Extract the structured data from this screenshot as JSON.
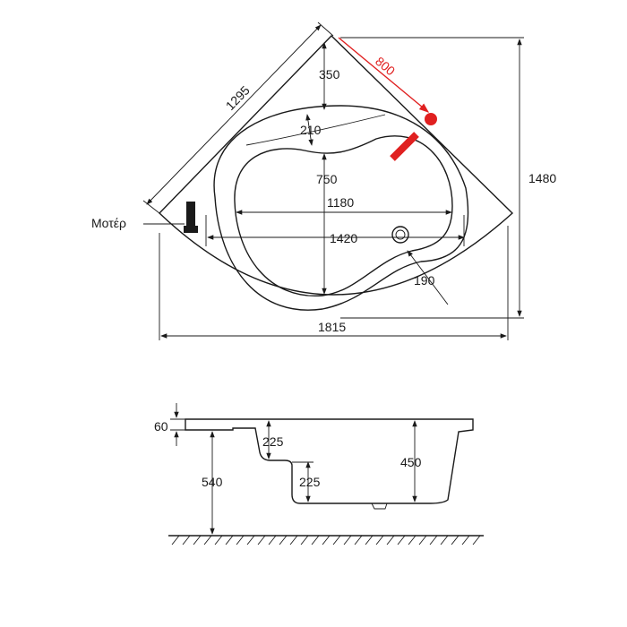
{
  "top_view": {
    "motor_label": "Μοτέρ",
    "dims": {
      "edge_length": "1295",
      "faucet_distance": "800",
      "back_depth": "350",
      "seat_depth": "210",
      "inner_depth": "750",
      "inner_width": "1180",
      "outer_inner_width": "1420",
      "front_rim": "190",
      "total_depth": "1480",
      "total_width": "1815"
    }
  },
  "side_view": {
    "dims": {
      "rim_height": "60",
      "step_upper": "225",
      "step_lower": "225",
      "tub_depth": "450",
      "floor_height": "540"
    }
  },
  "colors": {
    "line": "#1a1a1a",
    "accent": "#e02020"
  }
}
